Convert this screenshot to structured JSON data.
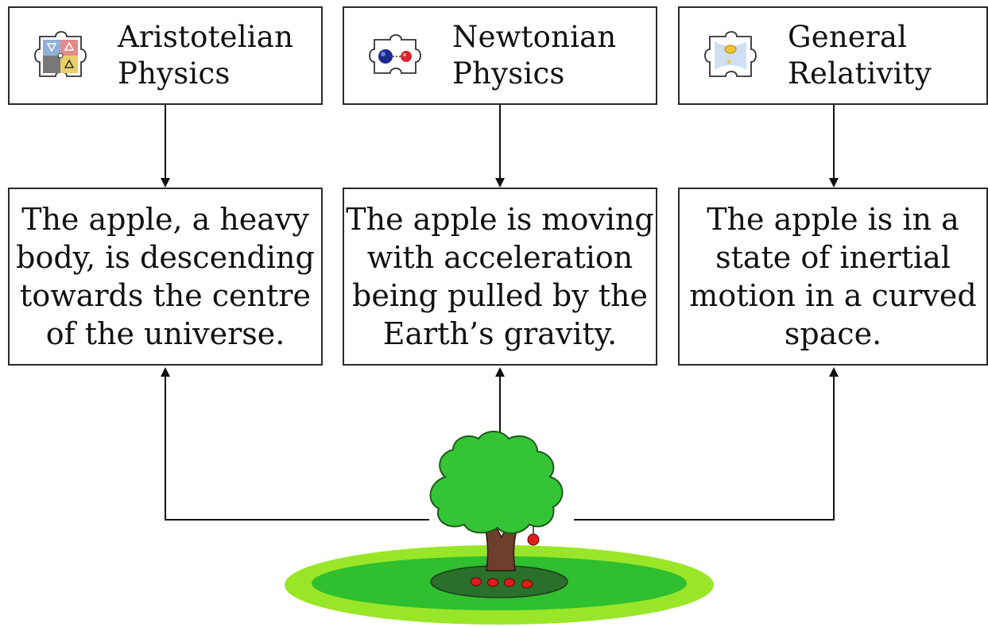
{
  "columns": [
    {
      "id": "aristotle",
      "title_lines": [
        "Aristotelian",
        "Physics"
      ],
      "description_lines": [
        "The apple, a heavy",
        "body, is descending",
        "towards the centre",
        "of the universe."
      ],
      "icon": "puzzle-four-elements-icon"
    },
    {
      "id": "newton",
      "title_lines": [
        "Newtonian",
        "Physics"
      ],
      "description_lines": [
        "The apple is moving",
        "with acceleration",
        "being pulled by the",
        "Earth’s gravity."
      ],
      "icon": "puzzle-two-masses-icon"
    },
    {
      "id": "gr",
      "title_lines": [
        "General",
        "Relativity"
      ],
      "description_lines": [
        "The apple is in a",
        "state of inertial",
        "motion in a curved",
        "space."
      ],
      "icon": "puzzle-curved-space-icon"
    }
  ],
  "illustration": {
    "icon": "apple-tree-illustration",
    "colors": {
      "foliage": "#35c435",
      "trunk": "#6b3f2a",
      "grass_outer": "#99e628",
      "grass_inner": "#2fbf2f",
      "shadow": "#2a6f2a",
      "apple": "#e01b1b"
    }
  },
  "colors": {
    "border": "#2a2a2a",
    "arrow": "#111111",
    "text": "#111111"
  }
}
